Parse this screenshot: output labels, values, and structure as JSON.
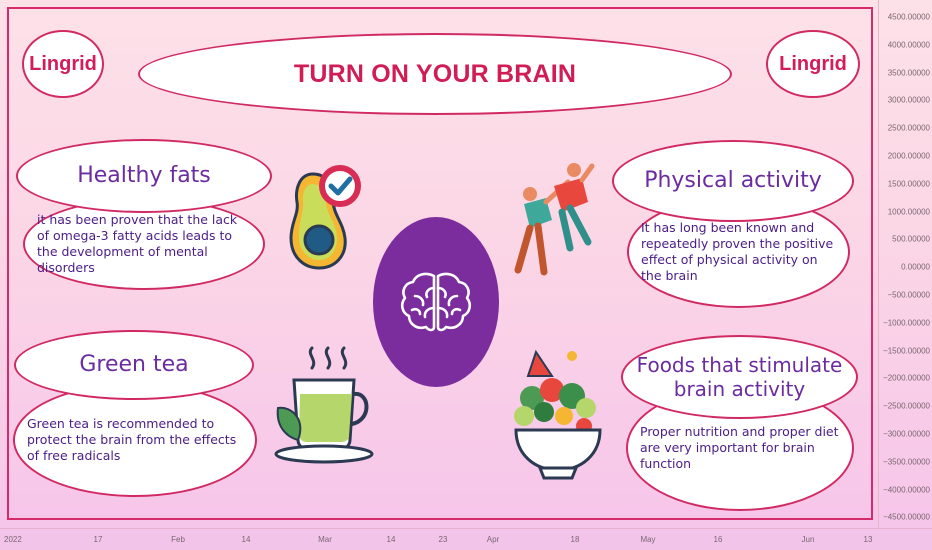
{
  "brand": {
    "left_logo": "Lingrid",
    "right_logo": "Lingrid"
  },
  "title": "TURN ON YOUR BRAIN",
  "cards": [
    {
      "id": "healthy-fats",
      "heading": "Healthy fats",
      "text": "it has been proven that the lack of omega-3 fatty acids leads to the development of mental disorders",
      "icon": "avocado-check-icon"
    },
    {
      "id": "physical-activity",
      "heading": "Physical activity",
      "text": "It has long been known and repeatedly proven the positive effect of physical activity on the brain",
      "icon": "stretching-people-icon"
    },
    {
      "id": "green-tea",
      "heading": "Green tea",
      "text": "Green tea is recommended to protect the brain from the effects of free radicals",
      "icon": "tea-cup-icon"
    },
    {
      "id": "foods",
      "heading": "Foods that stimulate brain activity",
      "text": "Proper nutrition and proper diet are very important for brain function",
      "icon": "salad-bowl-icon"
    }
  ],
  "center_icon": "brain-icon",
  "colors": {
    "accent": "#d01d55",
    "heading": "#6b2ca0",
    "circle": "#7b2d9e"
  },
  "price_axis": [
    "4500.00000",
    "4000.00000",
    "3500.00000",
    "3000.00000",
    "2500.00000",
    "2000.00000",
    "1500.00000",
    "1000.00000",
    "500.00000",
    "0.00000",
    "−500.00000",
    "−1000.00000",
    "−1500.00000",
    "−2000.00000",
    "−2500.00000",
    "−3000.00000",
    "−3500.00000",
    "−4000.00000",
    "−4500.00000"
  ],
  "time_axis": [
    "2022",
    "17",
    "Feb",
    "14",
    "Mar",
    "14",
    "23",
    "Apr",
    "18",
    "May",
    "16",
    "Jun",
    "13"
  ]
}
